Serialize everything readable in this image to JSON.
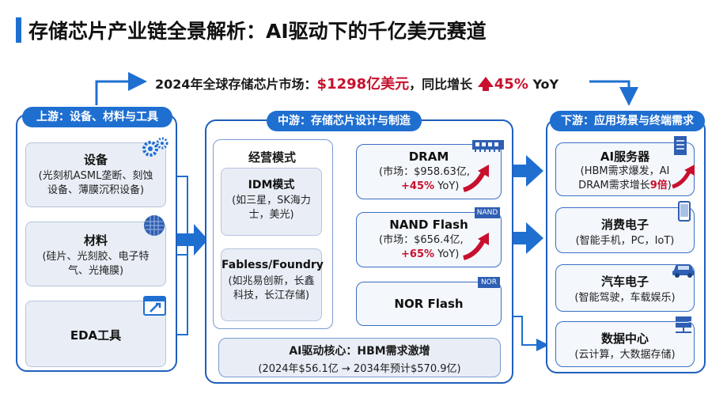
{
  "title": "存储芯片产业链全景解析：AI驱动下的千亿美元赛道",
  "market": {
    "prefix": "2024年全球存储芯片市场：",
    "value": "$1298亿美元",
    "mid": "，同比增长",
    "growth": "45%",
    "yoy": "YoY"
  },
  "upstream": {
    "header": "上游：设备、材料与工具",
    "equipment": {
      "title": "设备",
      "desc": "(光刻机ASML垄断、刻蚀设备、薄膜沉积设备)",
      "icon": "gears-icon"
    },
    "materials": {
      "title": "材料",
      "desc": "(硅片、光刻胶、电子特气、光掩膜)",
      "icon": "wafer-icon"
    },
    "eda": {
      "title": "EDA工具",
      "icon": "eda-window-icon"
    }
  },
  "midstream": {
    "header": "中游：存储芯片设计与制造",
    "model_title": "经营模式",
    "idm": {
      "title": "IDM模式",
      "desc": "(如三星，SK海力士，美光)"
    },
    "fabless": {
      "title": "Fabless/Foundry",
      "desc": "(如兆易创新，长鑫科技，长江存储)"
    },
    "dram": {
      "title": "DRAM",
      "market_label": "(市场：$958.63亿,",
      "growth": "+45%",
      "yoy": " YoY)",
      "icon": "ram-icon"
    },
    "nand": {
      "title": "NAND Flash",
      "market_label": "(市场：$656.4亿,",
      "growth": "+65%",
      "yoy": " YoY)",
      "badge": "NAND"
    },
    "nor": {
      "title": "NOR Flash",
      "badge": "NOR"
    },
    "hbm": {
      "title": "AI驱动核心：HBM需求激增",
      "desc": "(2024年$56.1亿 → 2034年预计$570.9亿)"
    }
  },
  "downstream": {
    "header": "下游：应用场景与终端需求",
    "ai_server": {
      "title": "AI服务器",
      "desc1": "(HBM需求爆发，AI",
      "desc2": "DRAM需求增长",
      "highlight": "9倍",
      "desc3": ")",
      "icon": "server-icon"
    },
    "consumer": {
      "title": "消费电子",
      "desc": "(智能手机，PC，IoT)",
      "icon": "phone-icon"
    },
    "auto": {
      "title": "汽车电子",
      "desc": "(智能驾驶，车载娱乐)",
      "icon": "car-icon"
    },
    "datacenter": {
      "title": "数据中心",
      "desc": "(云计算，大数据存储)",
      "icon": "datacenter-icon"
    }
  },
  "colors": {
    "blue": "#1f6fd1",
    "red": "#c8102e",
    "card": "#e9eef6"
  }
}
